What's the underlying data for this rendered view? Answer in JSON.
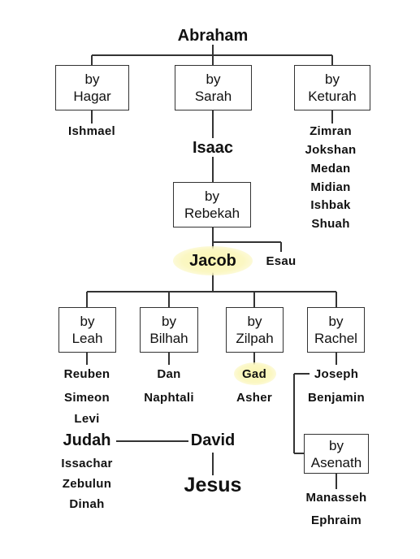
{
  "root": "Abraham",
  "abraham_wives": [
    {
      "prefix": "by",
      "name": "Hagar",
      "children": [
        "Ishmael"
      ]
    },
    {
      "prefix": "by",
      "name": "Sarah",
      "children": [
        "Isaac"
      ]
    },
    {
      "prefix": "by",
      "name": "Keturah",
      "children": [
        "Zimran",
        "Jokshan",
        "Medan",
        "Midian",
        "Ishbak",
        "Shuah"
      ]
    }
  ],
  "isaac_wife": {
    "prefix": "by",
    "name": "Rebekah"
  },
  "isaac_sons": [
    "Jacob",
    "Esau"
  ],
  "jacob_wives": [
    {
      "prefix": "by",
      "name": "Leah",
      "children": [
        "Reuben",
        "Simeon",
        "Levi",
        "Judah",
        "Issachar",
        "Zebulun",
        "Dinah"
      ]
    },
    {
      "prefix": "by",
      "name": "Bilhah",
      "children": [
        "Dan",
        "Naphtali"
      ]
    },
    {
      "prefix": "by",
      "name": "Zilpah",
      "children": [
        "Gad",
        "Asher"
      ]
    },
    {
      "prefix": "by",
      "name": "Rachel",
      "children": [
        "Joseph",
        "Benjamin"
      ]
    }
  ],
  "joseph_wife": {
    "prefix": "by",
    "name": "Asenath",
    "children": [
      "Manasseh",
      "Ephraim"
    ]
  },
  "descendants": [
    "David",
    "Jesus"
  ],
  "colors": {
    "highlight": "#fbf6b0",
    "line": "#333333"
  }
}
